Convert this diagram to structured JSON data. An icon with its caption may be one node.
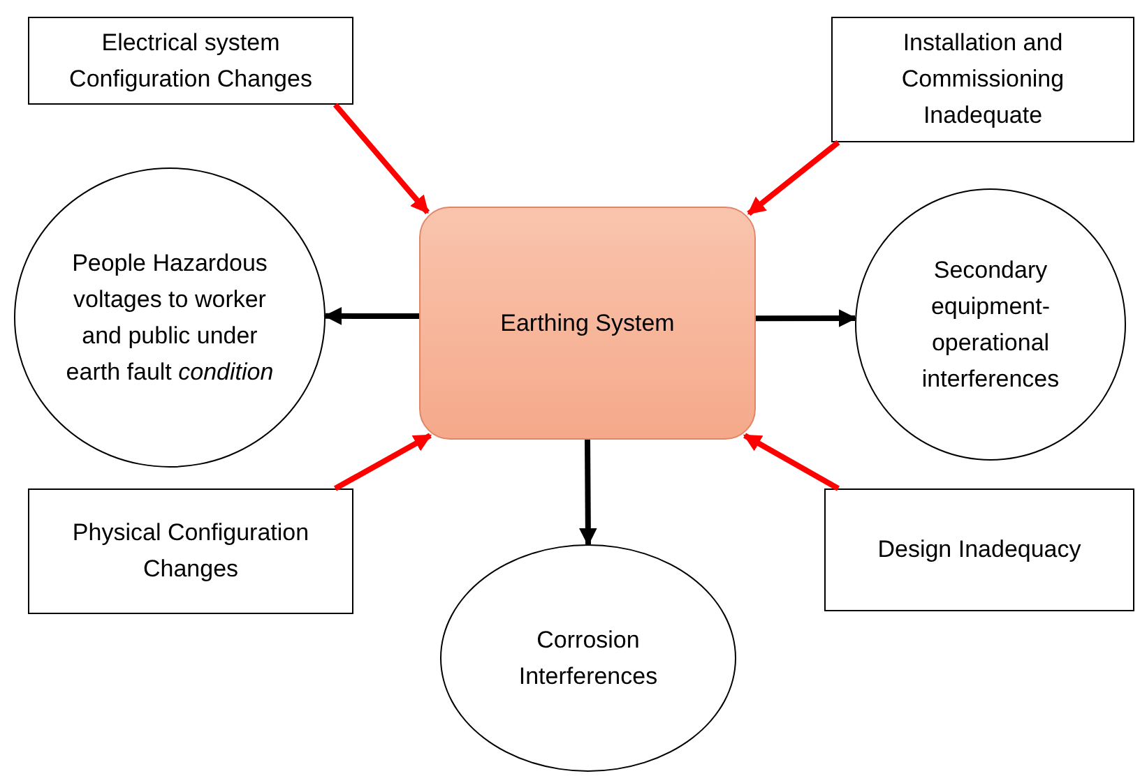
{
  "diagram": {
    "nodes": [
      {
        "text": [
          "Electrical system Configuration Changes"
        ]
      },
      {
        "text": [
          "Installation and Commissioning Inadequate"
        ]
      },
      {
        "text": [
          "People Hazardous voltages to worker and public under earth fault *condition*"
        ]
      },
      {
        "text": [
          "Earthing System"
        ]
      },
      {
        "text": [
          "Secondary equipment-operational interferences"
        ]
      },
      {
        "text": [
          "Physical Configuration Changes"
        ]
      },
      {
        "text": [
          "Design Inadequacy"
        ]
      },
      {
        "text": [
          "Corrosion Interferences"
        ]
      }
    ],
    "edges": [
      {
        "from": 0,
        "to": 3,
        "arrow": "to"
      },
      {
        "from": 1,
        "to": 3,
        "arrow": "to"
      },
      {
        "from": 5,
        "to": 3,
        "arrow": "to"
      },
      {
        "from": 6,
        "to": 3,
        "arrow": "to"
      },
      {
        "from": 3,
        "to": 2,
        "arrow": "to",
        "color": "#000000"
      },
      {
        "from": 3,
        "to": 4,
        "arrow": "to",
        "color": "#000000"
      },
      {
        "from": 3,
        "to": 7,
        "arrow": "to",
        "color": "#000000"
      }
    ]
  }
}
